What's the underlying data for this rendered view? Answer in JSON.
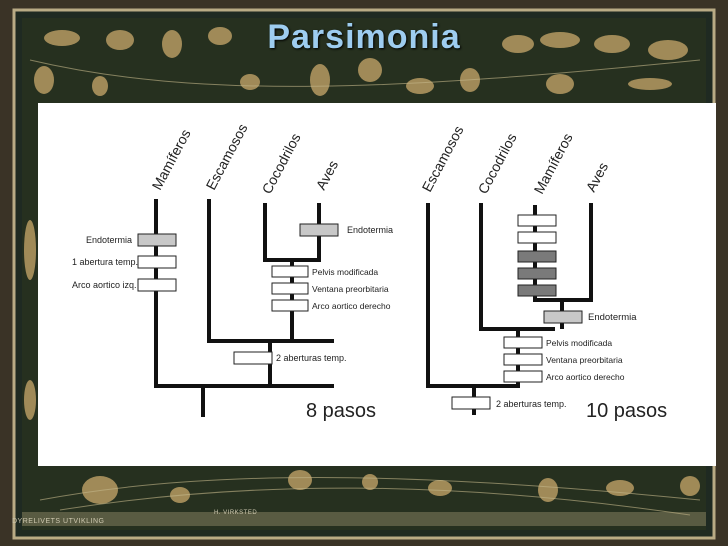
{
  "slide": {
    "title": "Parsimonia",
    "footer_left": "DYRELIVETS UTVIKLING",
    "footer_mid": "H. VIRKSTED"
  },
  "tree_left": {
    "taxa": [
      "Mamíferos",
      "Escamosos",
      "Cocodrilos",
      "Aves"
    ],
    "characters": {
      "endotermia": "Endotermia",
      "abertura_1": "1 abertura temp.",
      "arco_izq": "Arco aortico izq.",
      "endotermia_aves": "Endotermia",
      "pelvis": "Pelvis modificada",
      "ventana": "Ventana preorbitaria",
      "arco_der": "Arco aortico derecho",
      "aberturas_2": "2 aberturas temp."
    },
    "steps": "8 pasos"
  },
  "tree_right": {
    "taxa": [
      "Escamosos",
      "Cocodrilos",
      "Mamíferos",
      "Aves"
    ],
    "characters": {
      "endotermia": "Endotermia",
      "pelvis": "Pelvis modificada",
      "ventana": "Ventana preorbitaria",
      "arco_der": "Arco aortico derecho",
      "aberturas_2": "2 aberturas temp."
    },
    "steps": "10 pasos"
  },
  "colors": {
    "title": "#9ecdf0",
    "background": "#2b2a22",
    "panel": "#ffffff",
    "grey_box": "#c8c8c8",
    "dark_box": "#7a7a7a"
  }
}
